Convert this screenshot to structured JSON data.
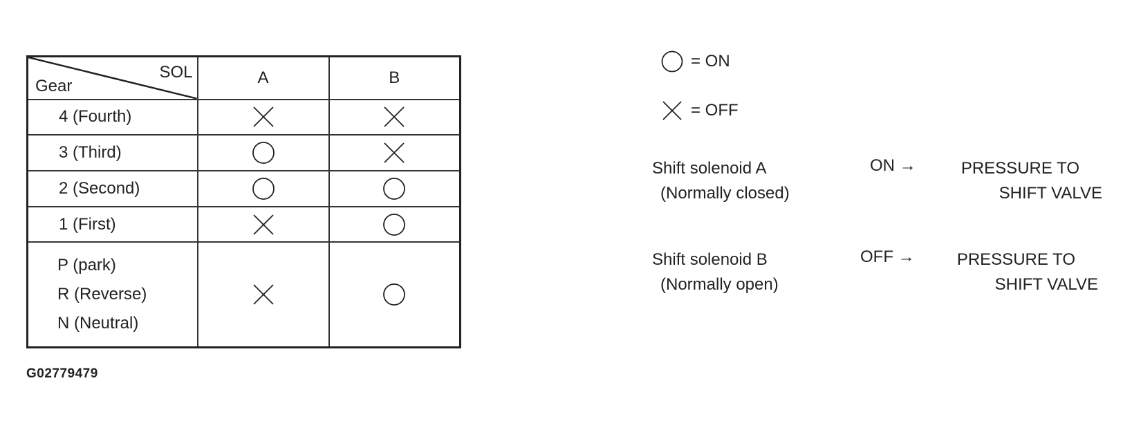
{
  "table": {
    "corner_top": "SOL",
    "corner_bottom": "Gear",
    "columns": [
      "A",
      "B"
    ],
    "rows": [
      {
        "gear": [
          "4 (Fourth)"
        ],
        "a": "off",
        "b": "off"
      },
      {
        "gear": [
          "3 (Third)"
        ],
        "a": "on",
        "b": "off"
      },
      {
        "gear": [
          "2 (Second)"
        ],
        "a": "on",
        "b": "on"
      },
      {
        "gear": [
          "1 (First)"
        ],
        "a": "off",
        "b": "on"
      },
      {
        "gear": [
          "P (park)",
          "R (Reverse)",
          "N (Neutral)"
        ],
        "a": "off",
        "b": "on"
      }
    ]
  },
  "figure_id": "G02779479",
  "legend": {
    "on_label": "= ON",
    "off_label": "= OFF",
    "on_icon": "circle-icon",
    "off_icon": "cross-icon"
  },
  "solenoids": [
    {
      "name": "Shift solenoid A",
      "type": "(Normally closed)",
      "state": "ON",
      "arrow": "→",
      "result_line1": "PRESSURE TO",
      "result_line2": "SHIFT VALVE"
    },
    {
      "name": "Shift solenoid B",
      "type": "(Normally open)",
      "state": "OFF",
      "arrow": "→",
      "result_line1": "PRESSURE TO",
      "result_line2": "SHIFT VALVE"
    }
  ],
  "colors": {
    "ink": "#222222",
    "background": "#ffffff"
  }
}
